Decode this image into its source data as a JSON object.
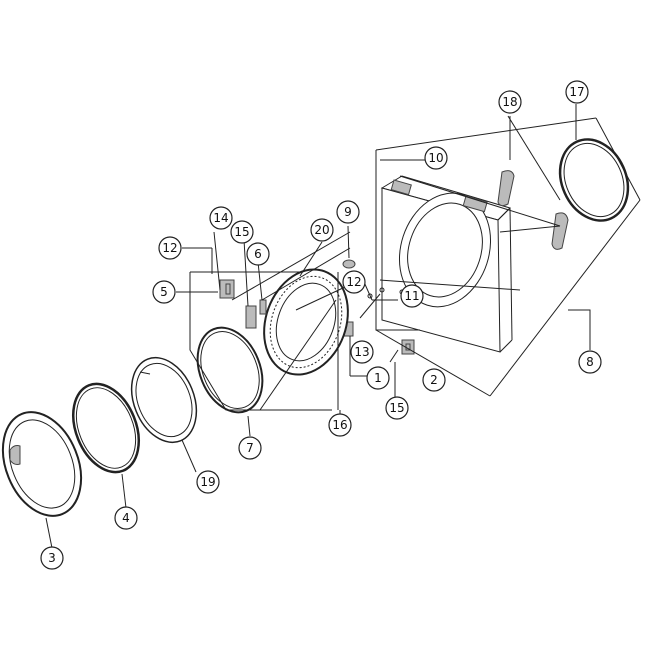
{
  "callouts": {
    "c1": "1",
    "c2": "2",
    "c3": "3",
    "c4": "4",
    "c5": "5",
    "c6": "6",
    "c7": "7",
    "c8": "8",
    "c9": "9",
    "c10": "10",
    "c11": "11",
    "c12a": "12",
    "c12b": "12",
    "c13": "13",
    "c14": "14",
    "c15a": "15",
    "c15b": "15",
    "c16": "16",
    "c17": "17",
    "c18": "18",
    "c19": "19",
    "c20": "20"
  }
}
